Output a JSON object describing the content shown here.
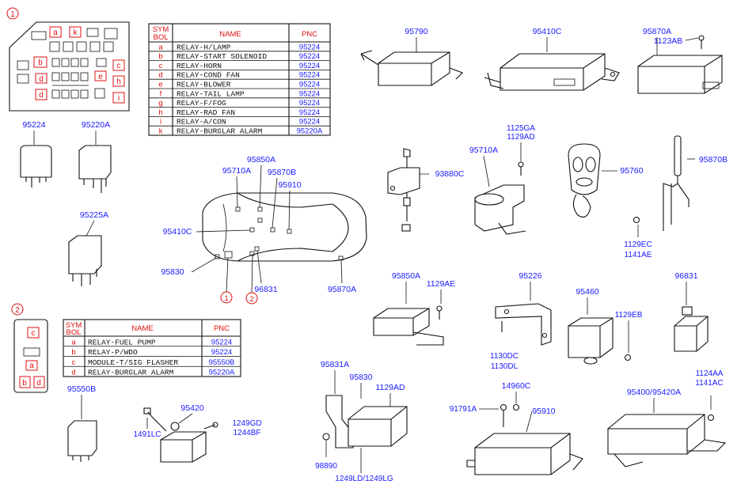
{
  "section1": {
    "marker": "1",
    "fusebox_letters": [
      "a",
      "k",
      "b",
      "c",
      "d",
      "e",
      "h",
      "i"
    ],
    "table": {
      "headers": {
        "symbol": "SYM BOL",
        "name": "NAME",
        "pnc": "PNC"
      },
      "rows": [
        {
          "sym": "a",
          "name": "RELAY-H/LAMP",
          "pnc": "95224"
        },
        {
          "sym": "b",
          "name": "RELAY-START SOLENOID",
          "pnc": "95224"
        },
        {
          "sym": "c",
          "name": "RELAY-HORN",
          "pnc": "95224"
        },
        {
          "sym": "d",
          "name": "RELAY-COND FAN",
          "pnc": "95224"
        },
        {
          "sym": "e",
          "name": "RELAY-BLOWER",
          "pnc": "95224"
        },
        {
          "sym": "f",
          "name": "RELAY-TAIL LAMP",
          "pnc": "95224"
        },
        {
          "sym": "g",
          "name": "RELAY-F/FOG",
          "pnc": "95224"
        },
        {
          "sym": "h",
          "name": "RELAY-RAD FAN",
          "pnc": "95224"
        },
        {
          "sym": "i",
          "name": "RELAY-A/CON",
          "pnc": "95224"
        },
        {
          "sym": "k",
          "name": "RELAY-BURGLAR ALARM",
          "pnc": "95220A"
        }
      ]
    }
  },
  "section2": {
    "marker": "2",
    "fusebox_letters": [
      "c",
      "a",
      "b",
      "d"
    ],
    "table": {
      "headers": {
        "symbol": "SYM BOL",
        "name": "NAME",
        "pnc": "PNC"
      },
      "rows": [
        {
          "sym": "a",
          "name": "RELAY-FUEL PUMP",
          "pnc": "95224"
        },
        {
          "sym": "b",
          "name": "RELAY-P/WDO",
          "pnc": "95224"
        },
        {
          "sym": "c",
          "name": "MODULE-T/SIG FLASHER",
          "pnc": "95550B"
        },
        {
          "sym": "d",
          "name": "RELAY-BURGLAR ALARM",
          "pnc": "95220A"
        }
      ]
    }
  },
  "car_markers": [
    "1",
    "2"
  ],
  "part_labels": {
    "p95224": "95224",
    "p95220A": "95220A",
    "p95225A": "95225A",
    "p95790": "95790",
    "p95410C_top": "95410C",
    "p95870A_top": "95870A",
    "p1123AB": "1123AB",
    "p95850A_car": "95850A",
    "p95710A_car": "95710A",
    "p95870B_car": "95870B",
    "p95910_car": "95910",
    "p95410C_car": "95410C",
    "p95830_car": "95830",
    "p96831_car": "96831",
    "p95870A_car": "95870A",
    "p93880C": "93880C",
    "p95710A": "95710A",
    "p1125GA": "1125GA",
    "p1129AD_top": "1129AD",
    "p95760": "95760",
    "p95870B": "95870B",
    "p1129EC": "1129EC",
    "p1141AE": "1141AE",
    "p95850A": "95850A",
    "p1129AE": "1129AE",
    "p95226": "95226",
    "p95460": "95460",
    "p1129EB": "1129EB",
    "p1130DC": "1130DC",
    "p1130DL": "1130DL",
    "p96831": "96831",
    "p1124AA": "1124AA",
    "p1141AC": "1141AC",
    "p95550B": "95550B",
    "p95420": "95420",
    "p1491LC": "1491LC",
    "p1249GD": "1249GD",
    "p1244BF": "1244BF",
    "p95831A": "95831A",
    "p95830": "95830",
    "p1129AD": "1129AD",
    "p98890": "98890",
    "p1249LD": "1249LD/1249LG",
    "p14960C": "14960C",
    "p91791A": "91791A",
    "p95910": "95910",
    "p95400": "95400/95420A"
  },
  "colors": {
    "part_number": "#1a1aff",
    "symbol": "#e01010",
    "line": "#111111"
  }
}
